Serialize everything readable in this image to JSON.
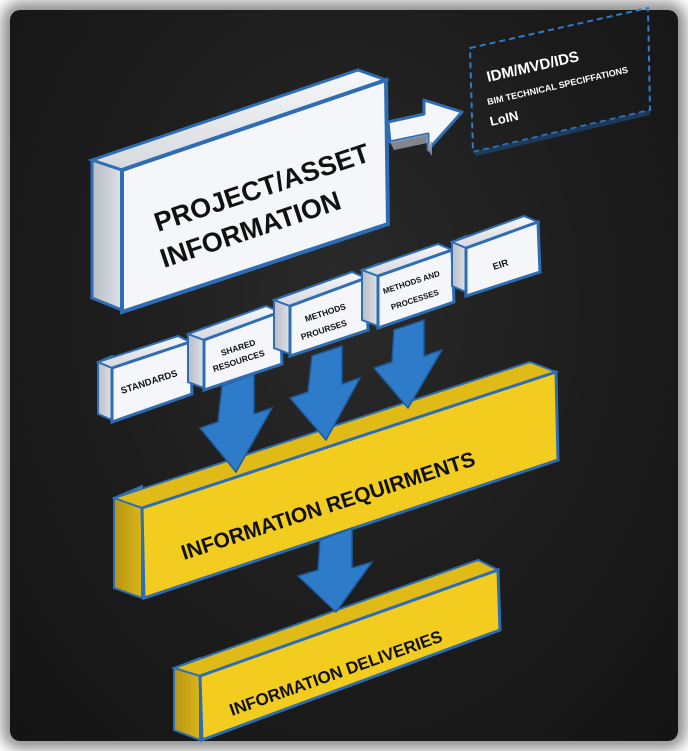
{
  "main_box": {
    "line1": "PROJECT/ASSET",
    "line2": "INFORMATION"
  },
  "spec_box": {
    "line1": "IDM/MVD/IDS",
    "line2": "BIM TECHNICAL SPECIFFATIONS",
    "line3": "LoIN"
  },
  "small_boxes": {
    "standards": "STANDARDS",
    "shared_line1": "SHARED",
    "shared_line2": "RESOURCES",
    "methods_line1": "METHODS",
    "methods_line2": "PROURSES",
    "processes_line1": "METHODS AND",
    "processes_line2": "PROCESSES",
    "eir": "EIR"
  },
  "requirements_bar": {
    "label": "INFORMATION REQUIRMENTS"
  },
  "deliveries_bar": {
    "label": "INFORMATION DELIVERIES"
  },
  "colors": {
    "background": "#1c1c1c",
    "box_face": "#f4f6fa",
    "box_border": "#2e6db4",
    "box_side": "#c9ccd2",
    "yellow_face": "#f2cc1f",
    "yellow_side": "#c9a410",
    "arrow_blue": "#2e7cc9"
  }
}
